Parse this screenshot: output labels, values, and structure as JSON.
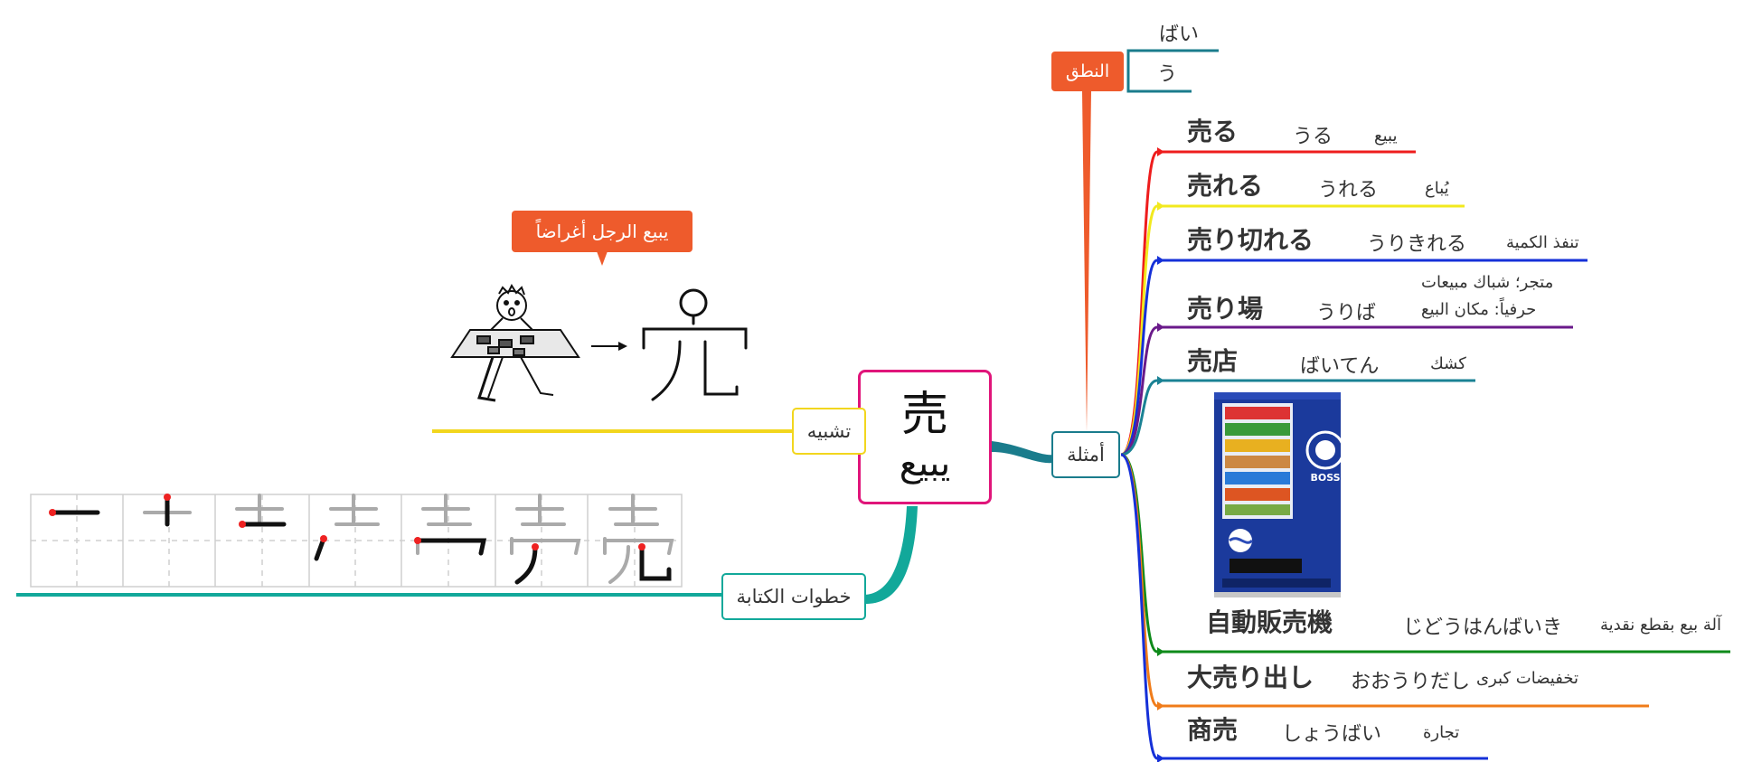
{
  "center": {
    "kanji": "売",
    "meaning": "يبيع"
  },
  "branches": {
    "examples": "أمثلة",
    "analogy": "تشبيه",
    "writing": "خطوات الكتابة",
    "pronunciation": "النطق"
  },
  "analogy_caption": "يبيع الرجل أغراضاً",
  "pronunciation_readings": [
    "ばい",
    "う"
  ],
  "examples": [
    {
      "word": "売る",
      "reading": "うる",
      "meaning": "يبيع",
      "color": "#ee1c1c"
    },
    {
      "word": "売れる",
      "reading": "うれる",
      "meaning": "يُباع",
      "color": "#f2e91e"
    },
    {
      "word": "売り切れる",
      "reading": "うりきれる",
      "meaning": "تنفذ الكمية",
      "color": "#1530d8"
    },
    {
      "word": "売り場",
      "reading": "うりば",
      "meaning": "متجر؛ شباك مبيعات",
      "meaning2": "حرفياً: مكان البيع",
      "color": "#6a1a8a"
    },
    {
      "word": "売店",
      "reading": "ばいてん",
      "meaning": "كشك",
      "color": "#1a8294"
    },
    {
      "word": "自動販売機",
      "reading": "じどうはんばいき",
      "meaning": "آلة بيع بقطع نقدية",
      "color": "#0e8a1a"
    },
    {
      "word": "大売り出し",
      "reading": "おおうりだし",
      "meaning": "تخفيضات كبرى",
      "color": "#f07c1a"
    },
    {
      "word": "商売",
      "reading": "しょうばい",
      "meaning": "تجارة",
      "color": "#1530d8"
    }
  ],
  "vending_machine_brand": "BOSS",
  "colors": {
    "center_border": "#e0157a",
    "examples_branch": "#1a7c8c",
    "analogy_branch": "#f2d61e",
    "writing_branch": "#12a89a",
    "pronunciation_branch": "#ee5b2c"
  }
}
